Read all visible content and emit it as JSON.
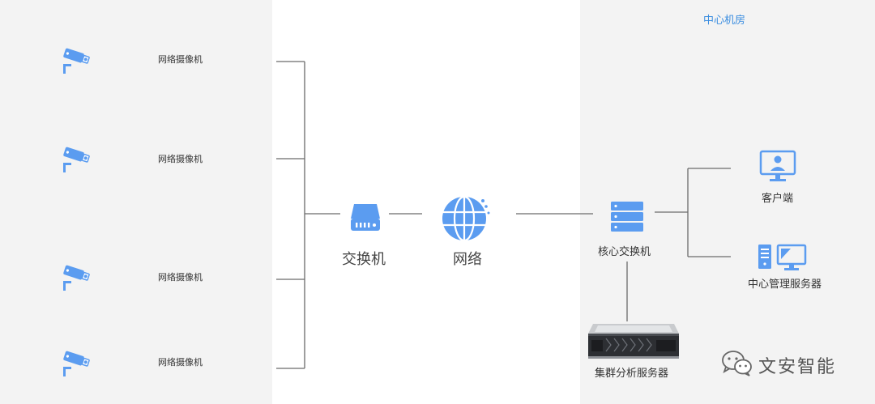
{
  "region_title": "中心机房",
  "cameras": [
    {
      "label": "网络摄像机"
    },
    {
      "label": "网络摄像机"
    },
    {
      "label": "网络摄像机"
    },
    {
      "label": "网络摄像机"
    }
  ],
  "switch": {
    "label": "交换机"
  },
  "network": {
    "label": "网络"
  },
  "core_switch": {
    "label": "核心交换机"
  },
  "client": {
    "label": "客户端"
  },
  "mgmt_server": {
    "label": "中心管理服务器"
  },
  "cluster_server": {
    "label": "集群分析服务器"
  },
  "watermark": {
    "text": "文安智能"
  },
  "colors": {
    "accent": "#5b9cf0",
    "panel_bg": "#f3f3f3",
    "line": "#6b6b6b",
    "title": "#3a8de0"
  },
  "icons": {
    "camera": "surveillance-camera-icon",
    "switch": "network-switch-icon",
    "network": "globe-icon",
    "core_switch": "server-stack-icon",
    "client": "monitor-user-icon",
    "mgmt_server": "server-monitor-icon",
    "cluster_server": "rack-server-icon",
    "watermark": "wechat-icon"
  }
}
